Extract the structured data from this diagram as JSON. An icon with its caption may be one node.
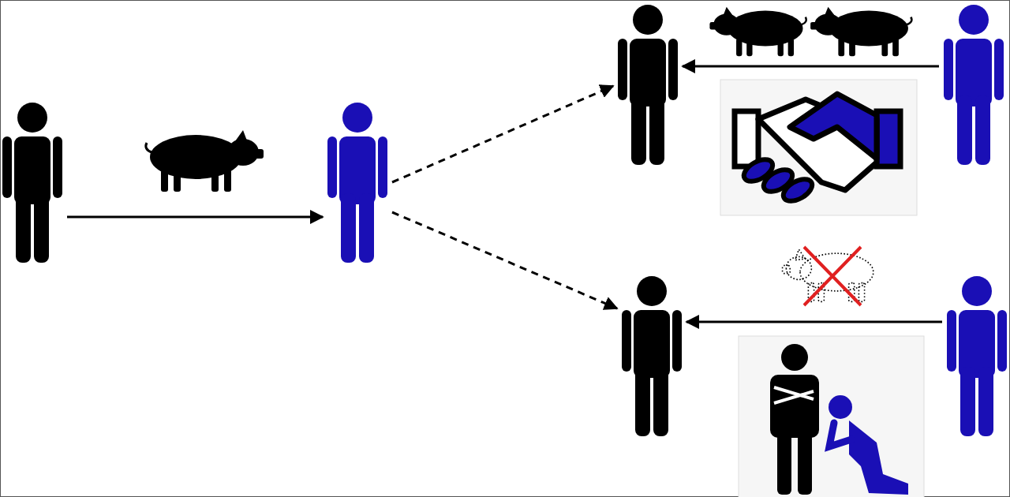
{
  "diagram": {
    "nodes": [
      {
        "text": [],
        "shape": "person"
      },
      {
        "text": [],
        "shape": "person"
      },
      {
        "text": [],
        "shape": "person"
      },
      {
        "text": [],
        "shape": "person"
      },
      {
        "text": [],
        "shape": "person"
      },
      {
        "text": [],
        "shape": "person"
      }
    ],
    "edges": [
      {
        "from": 0,
        "to": 1,
        "arrow": "to"
      },
      {
        "from": 1,
        "to": 2,
        "arrow": "to",
        "style": "dashed"
      },
      {
        "from": 1,
        "to": 4,
        "arrow": "to",
        "style": "dashed"
      },
      {
        "from": 3,
        "to": 2,
        "arrow": "to"
      },
      {
        "from": 5,
        "to": 4,
        "arrow": "to"
      }
    ]
  }
}
